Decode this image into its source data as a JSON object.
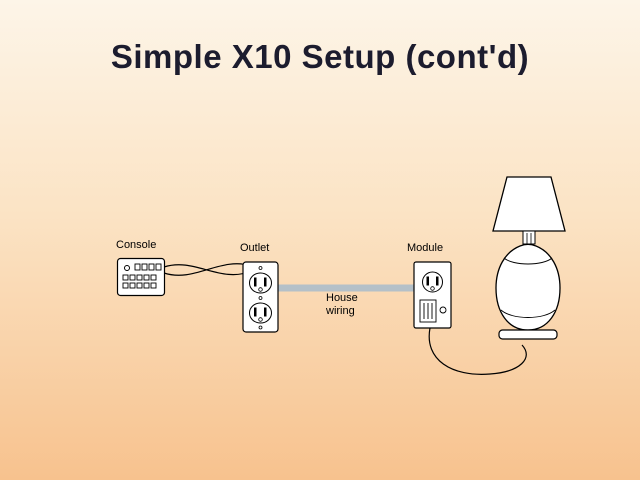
{
  "slide": {
    "title": "Simple X10 Setup (cont'd)"
  },
  "diagram": {
    "labels": {
      "console": "Console",
      "outlet": "Outlet",
      "module": "Module",
      "house_wiring": "House wiring"
    },
    "colors": {
      "background_top": "#fdf5e8",
      "background_bottom": "#f7c28e",
      "title_text": "#1c1c2e",
      "label_text": "#000000",
      "device_fill": "#ffffff",
      "device_outline": "#000000",
      "house_wire": "#b4c0c8"
    }
  }
}
